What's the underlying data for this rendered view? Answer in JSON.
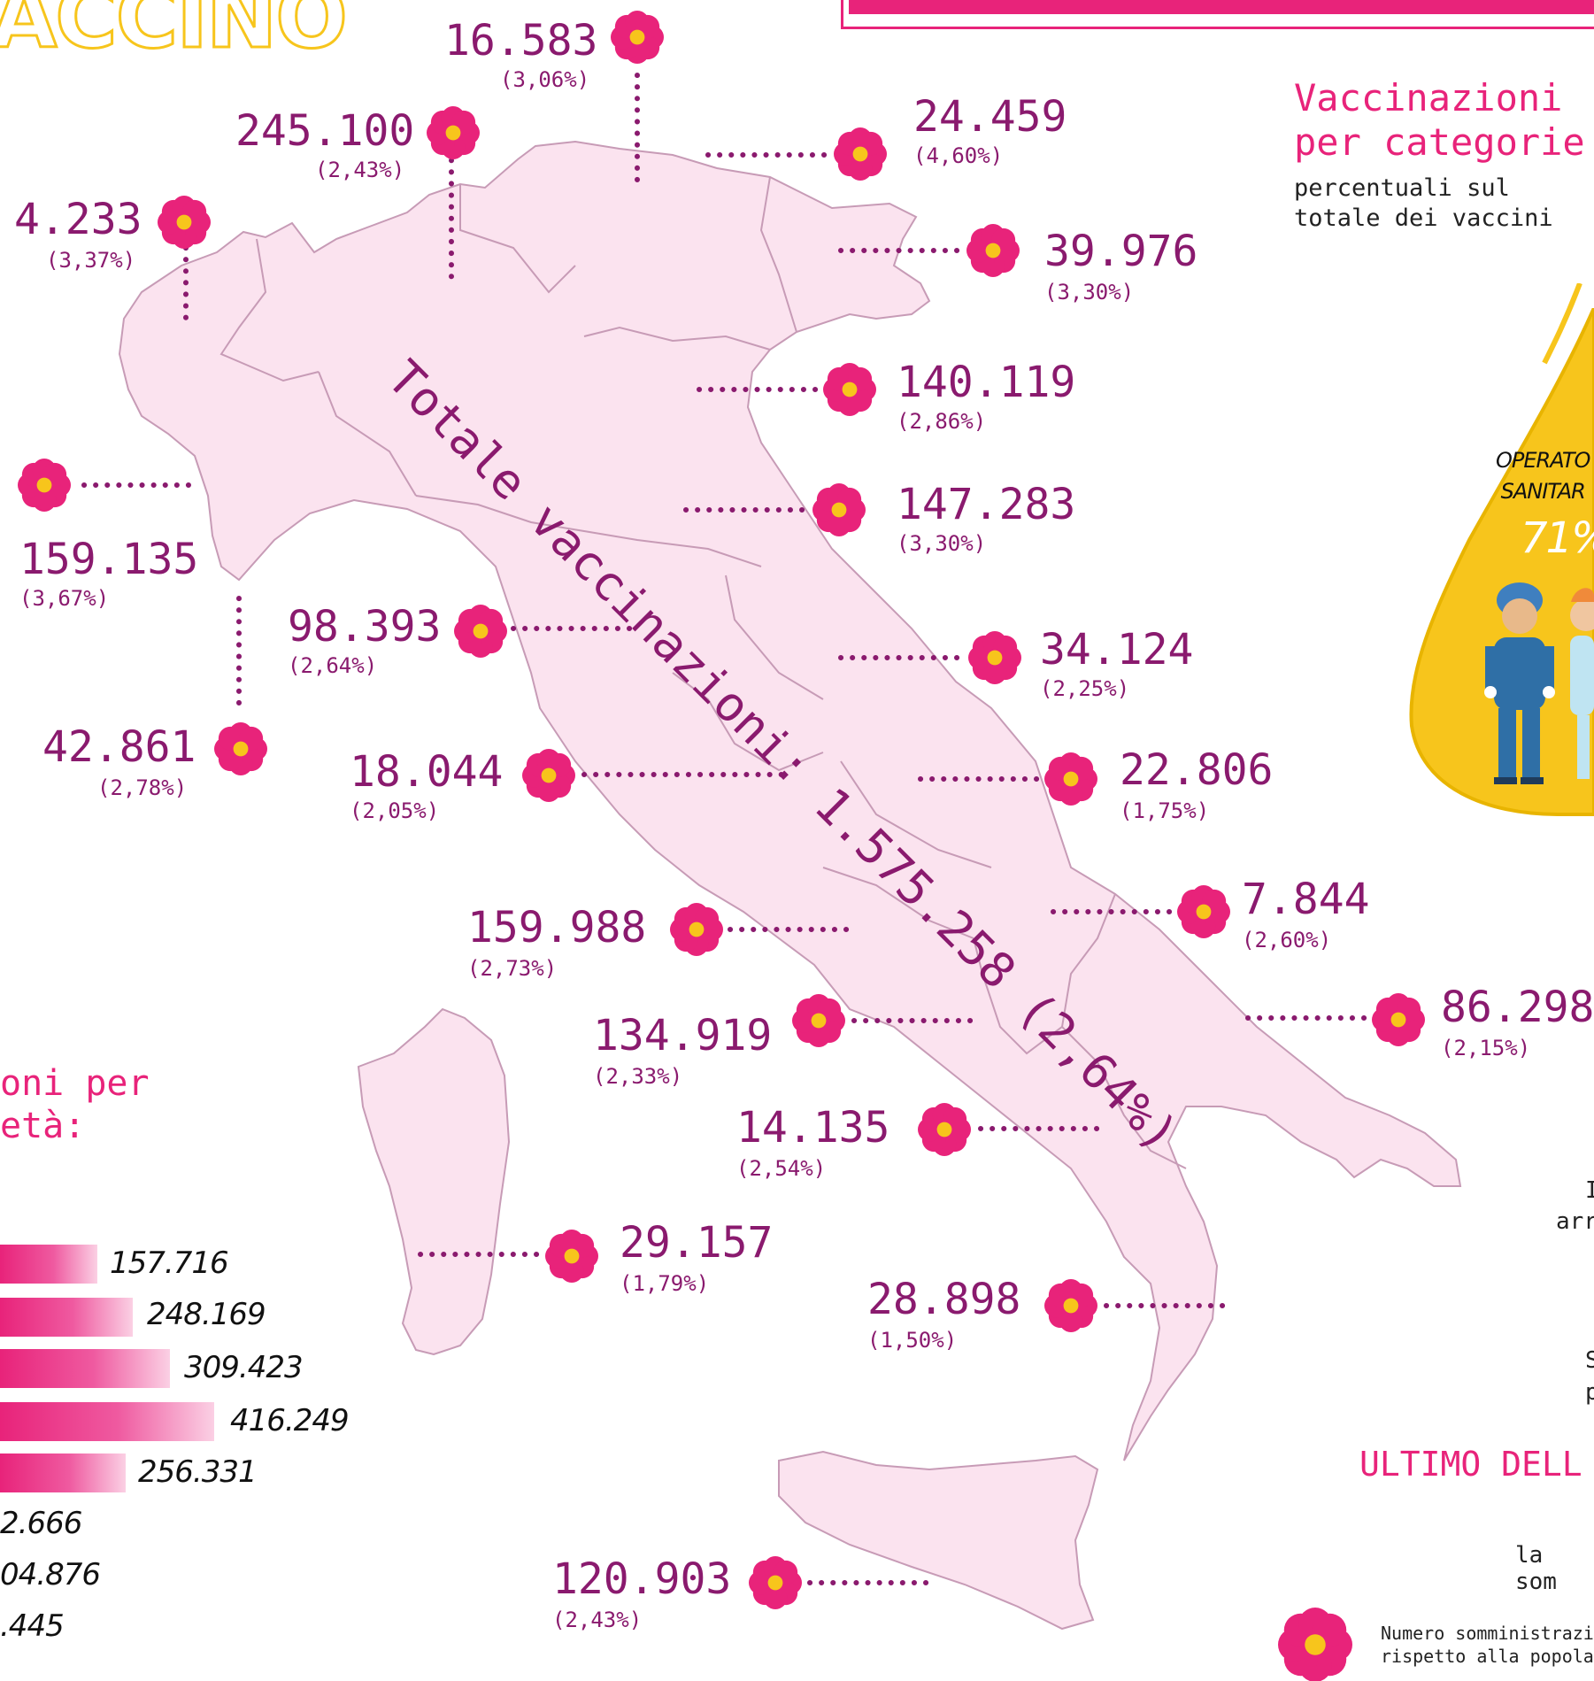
{
  "header": {
    "title_fragment": "ACCINO"
  },
  "total": {
    "label": "Totale vaccinazioni: 1.575.258 (2,64%)"
  },
  "categories": {
    "title_line1": "Vaccinazioni",
    "title_line2": "per categorie",
    "subtitle_line1": "percentuali sul",
    "subtitle_line2": "totale dei vaccini",
    "drop_label_line1": "OPERATO",
    "drop_label_line2": "SANITAR",
    "drop_percent": "71%"
  },
  "age_section": {
    "title_line1": "oni per",
    "title_line2": "età:"
  },
  "age_values": [
    "157.716",
    "248.169",
    "309.423",
    "416.249",
    "256.331",
    "2.666",
    "04.876",
    ".445"
  ],
  "regions": [
    {
      "value": "16.583",
      "percent": "(3,06%)"
    },
    {
      "value": "245.100",
      "percent": "(2,43%)"
    },
    {
      "value": "4.233",
      "percent": "(3,37%)"
    },
    {
      "value": "24.459",
      "percent": "(4,60%)"
    },
    {
      "value": "39.976",
      "percent": "(3,30%)"
    },
    {
      "value": "140.119",
      "percent": "(2,86%)"
    },
    {
      "value": "159.135",
      "percent": "(3,67%)"
    },
    {
      "value": "147.283",
      "percent": "(3,30%)"
    },
    {
      "value": "98.393",
      "percent": "(2,64%)"
    },
    {
      "value": "34.124",
      "percent": "(2,25%)"
    },
    {
      "value": "42.861",
      "percent": "(2,78%)"
    },
    {
      "value": "18.044",
      "percent": "(2,05%)"
    },
    {
      "value": "22.806",
      "percent": "(1,75%)"
    },
    {
      "value": "7.844",
      "percent": "(2,60%)"
    },
    {
      "value": "159.988",
      "percent": "(2,73%)"
    },
    {
      "value": "86.298",
      "percent": "(2,15%)"
    },
    {
      "value": "134.919",
      "percent": "(2,33%)"
    },
    {
      "value": "14.135",
      "percent": "(2,54%)"
    },
    {
      "value": "29.157",
      "percent": "(1,79%)"
    },
    {
      "value": "28.898",
      "percent": "(1,50%)"
    },
    {
      "value": "120.903",
      "percent": "(2,43%)"
    }
  ],
  "right_fragments": {
    "f1": "I",
    "f2": "arr",
    "f3": "S",
    "f4": "p",
    "ultimo": "ULTIMO DELL",
    "somm": "la som"
  },
  "legend": {
    "line1": "Numero somministrazi",
    "line2": "rispetto alla popola"
  },
  "colors": {
    "map_fill": "#fbe3ef",
    "map_stroke": "#c79bb6",
    "accent": "#e8237a",
    "text": "#8a1a6e",
    "yellow": "#f7c51c"
  }
}
